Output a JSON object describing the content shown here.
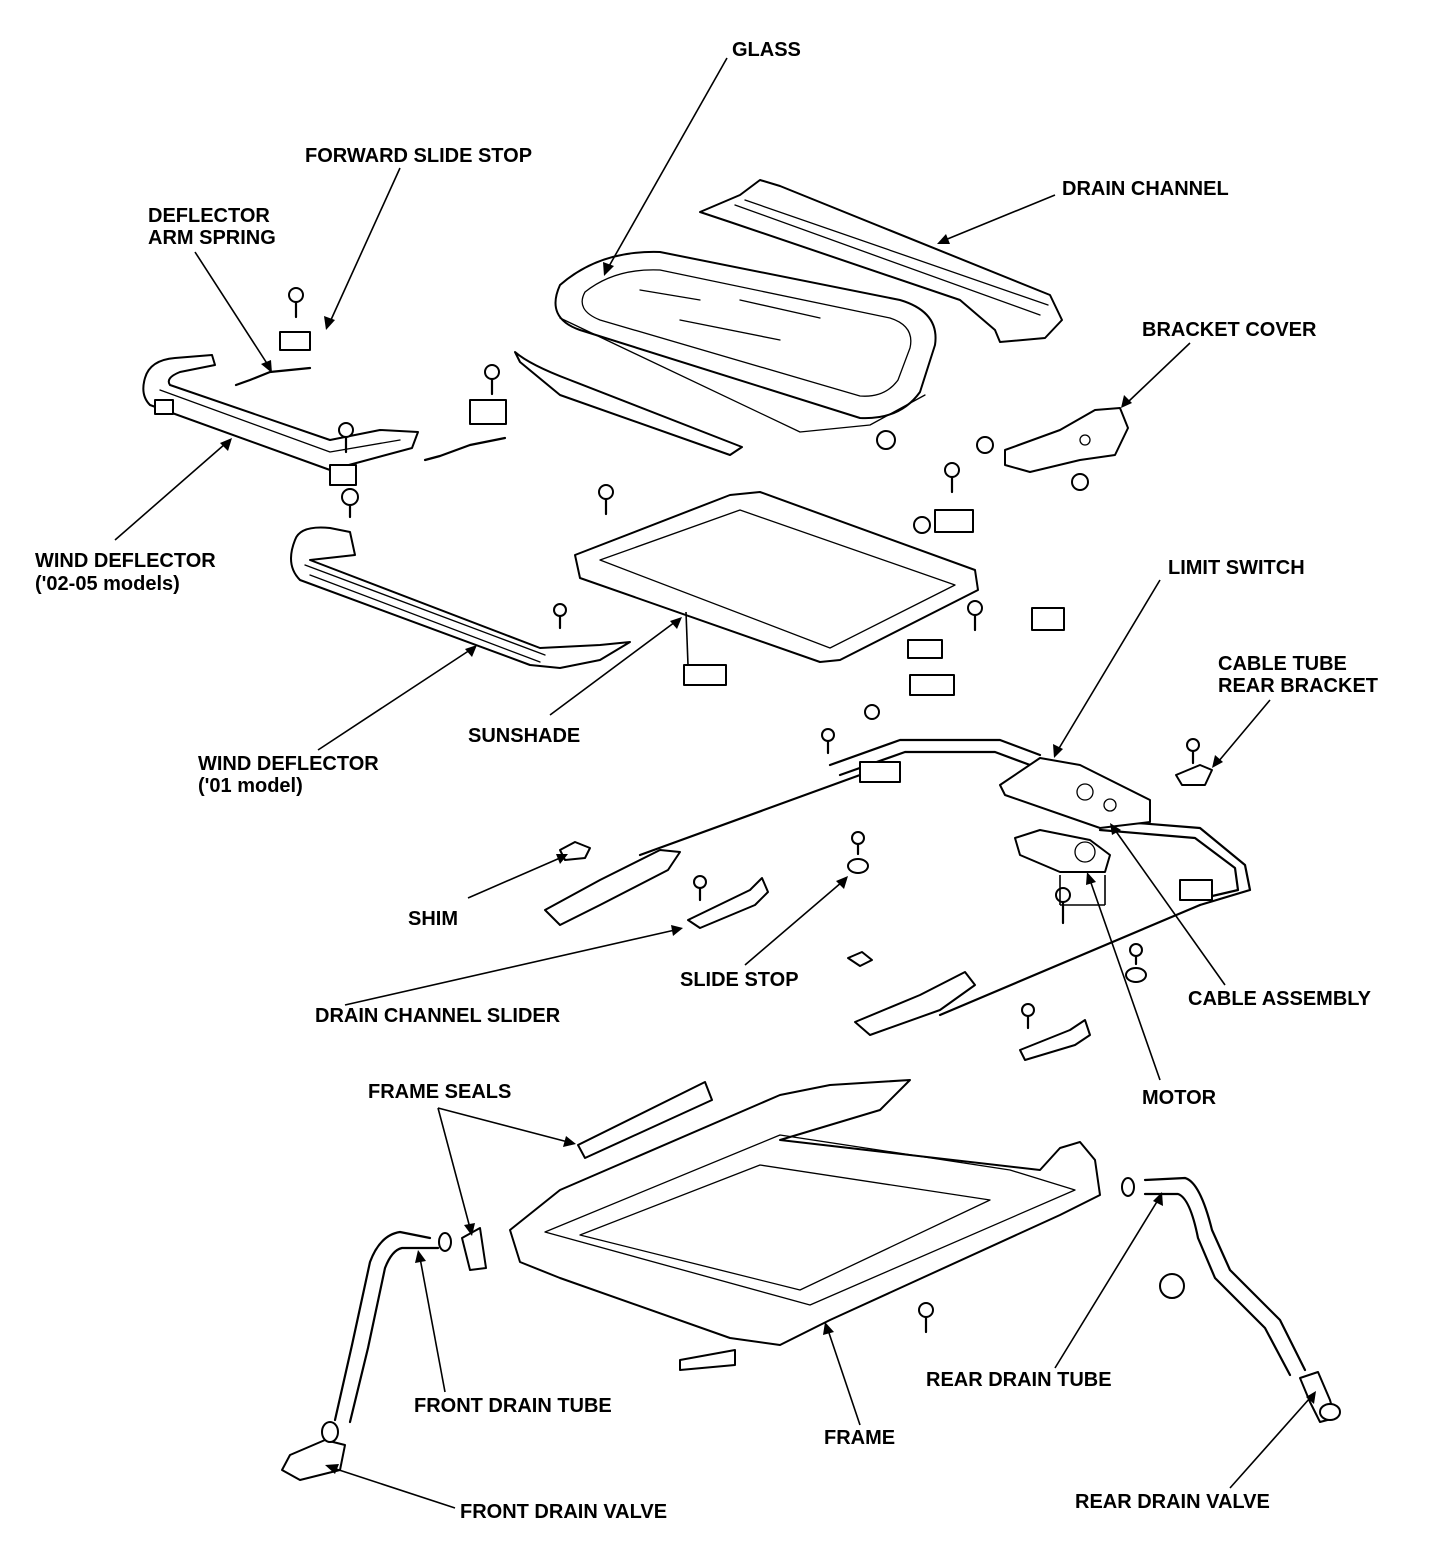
{
  "labels": {
    "glass": "GLASS",
    "forward_slide_stop": "FORWARD SLIDE STOP",
    "drain_channel": "DRAIN CHANNEL",
    "deflector_arm_spring_1": "DEFLECTOR",
    "deflector_arm_spring_2": "ARM SPRING",
    "bracket_cover": "BRACKET COVER",
    "wind_deflector_0205_1": "WIND DEFLECTOR",
    "wind_deflector_0205_2": "('02-05 models)",
    "limit_switch": "LIMIT SWITCH",
    "cable_tube_rear_bracket_1": "CABLE TUBE",
    "cable_tube_rear_bracket_2": "REAR BRACKET",
    "sunshade": "SUNSHADE",
    "wind_deflector_01_1": "WIND DEFLECTOR",
    "wind_deflector_01_2": "('01 model)",
    "shim": "SHIM",
    "slide_stop": "SLIDE STOP",
    "cable_assembly": "CABLE ASSEMBLY",
    "drain_channel_slider": "DRAIN CHANNEL SLIDER",
    "motor": "MOTOR",
    "frame_seals": "FRAME SEALS",
    "rear_drain_tube": "REAR DRAIN TUBE",
    "front_drain_tube": "FRONT DRAIN TUBE",
    "frame": "FRAME",
    "front_drain_valve": "FRONT DRAIN VALVE",
    "rear_drain_valve": "REAR DRAIN VALVE"
  }
}
